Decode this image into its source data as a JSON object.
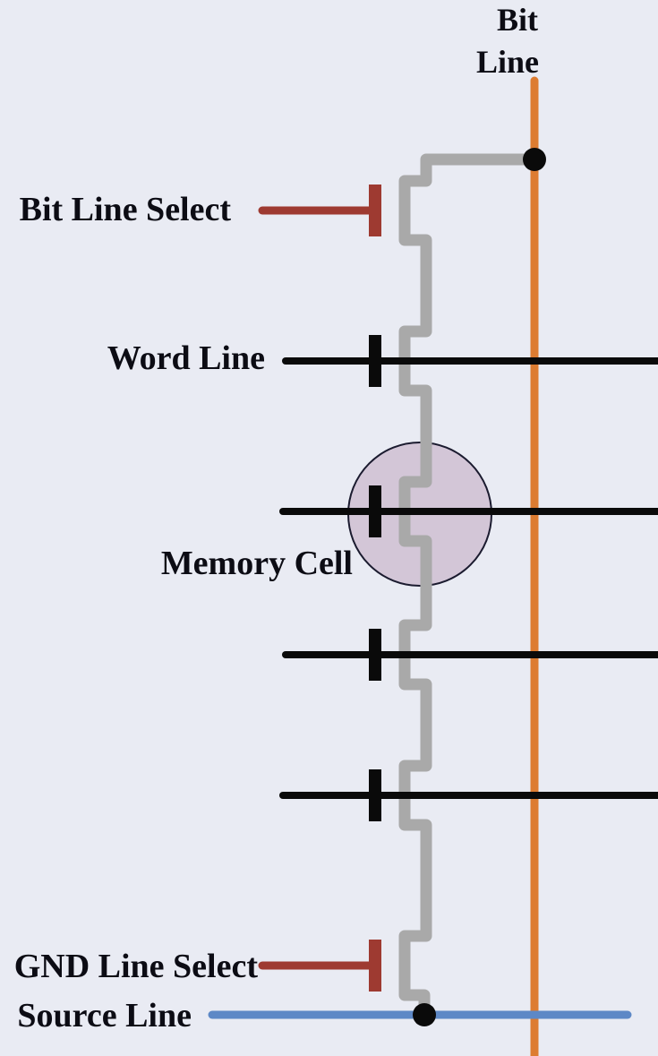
{
  "diagram": {
    "top_label": {
      "line1": "Bit",
      "line2": "Line"
    },
    "labels": {
      "bit_line_select": "Bit Line Select",
      "word_line": "Word Line",
      "memory_cell": "Memory Cell",
      "gnd_line_select": "GND Line Select",
      "source_line": "Source Line"
    }
  },
  "colors": {
    "background": "#e9ebf3",
    "bit_line_orange": "#dd7c31",
    "channel_gray": "#a9a9a9",
    "select_gate_red": "#9e3a31",
    "source_line_blue": "#5d88c6",
    "line_black": "#0a0a0a",
    "memory_cell_fill": "#d3c6d7",
    "memory_cell_outline": "#1b1b2f",
    "label_text": "#0c0c14"
  }
}
